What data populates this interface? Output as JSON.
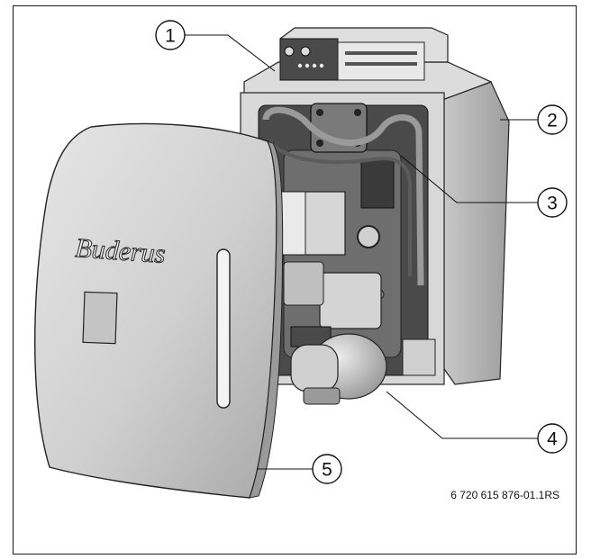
{
  "callouts": [
    {
      "label": "1",
      "part": "control-panel"
    },
    {
      "label": "2",
      "part": "casing"
    },
    {
      "label": "3",
      "part": "heat-exchanger"
    },
    {
      "label": "4",
      "part": "burner"
    },
    {
      "label": "5",
      "part": "front-cover"
    }
  ],
  "brand": "Buderus",
  "reference_code": "6 720 615 876-01.1RS"
}
